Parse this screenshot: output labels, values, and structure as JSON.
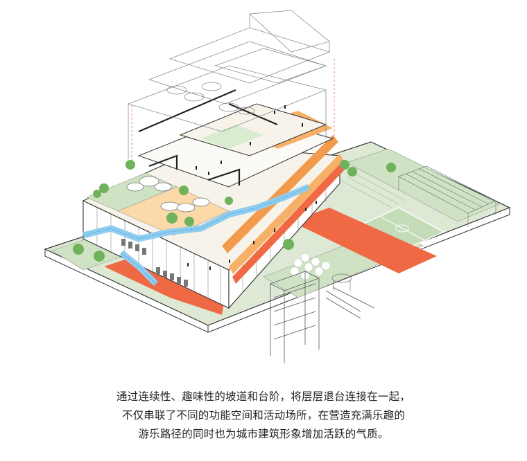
{
  "colors": {
    "ground_green": "#dde9d4",
    "lawn_green": "#cfe3c4",
    "court_green": "#c5dcb9",
    "red_plaza": "#ef6a44",
    "terrace_orange": "#f6b067",
    "terrace_light": "#fbd9a8",
    "ramp_blue": "#8ecdf0",
    "tree_green": "#6fb25a",
    "slab_white": "#ffffff",
    "outline": "#333333",
    "ghost_line": "#8a8a8a"
  },
  "caption": {
    "line1": "通过连续性、趣味性的坡道和台阶，将层层退台连接在一起，",
    "line2": "不仅串联了不同的功能空间和活动场所，在营造充满乐趣的",
    "line3": "游乐路径的同时也为城市建筑形象增加活跃的气质。"
  }
}
